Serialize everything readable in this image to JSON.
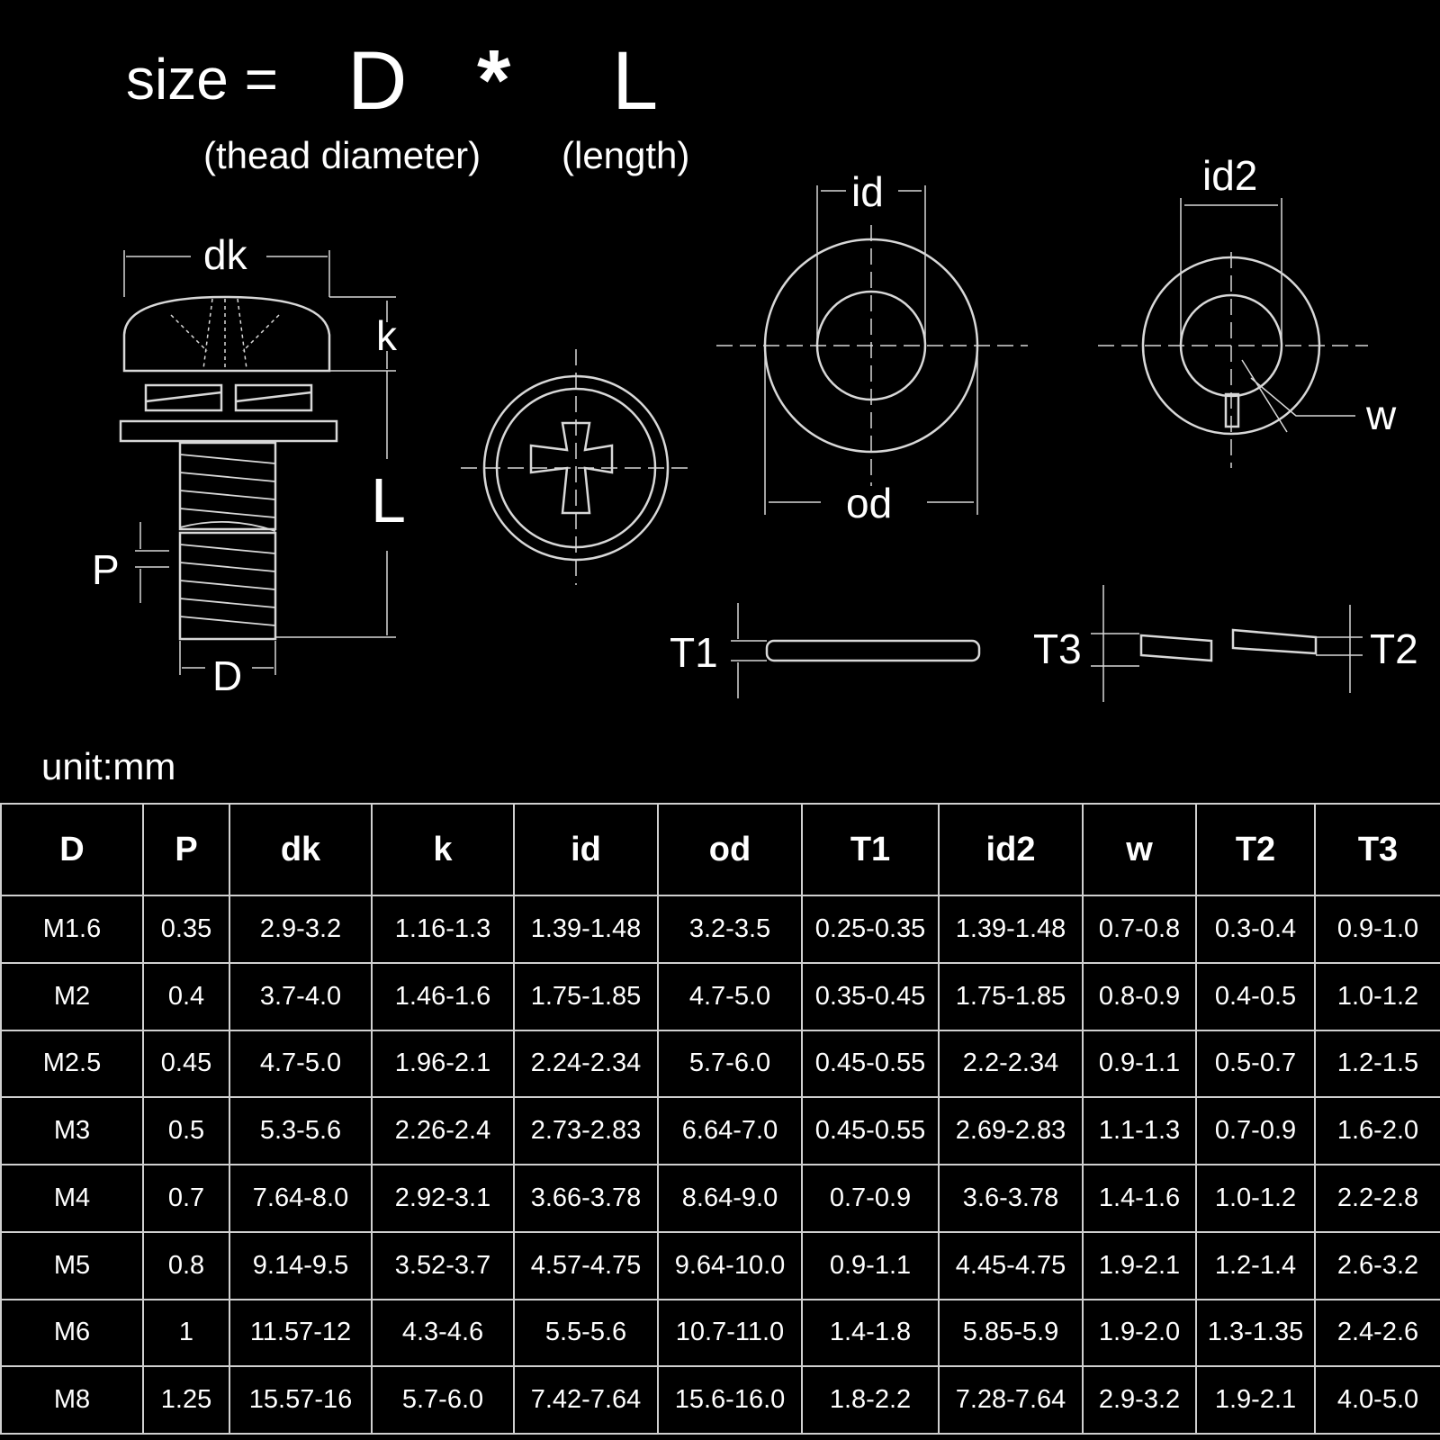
{
  "title": {
    "prefix": "size =",
    "d": "D",
    "op": "*",
    "l": "L"
  },
  "captions": {
    "diameter": "(thead diameter)",
    "length": "(length)"
  },
  "labels": {
    "dk": "dk",
    "k": "k",
    "L": "L",
    "P": "P",
    "D": "D",
    "id": "id",
    "od": "od",
    "id2": "id2",
    "w": "w",
    "T1": "T1",
    "T2": "T2",
    "T3": "T3"
  },
  "unit": "unit:mm",
  "table": {
    "headers": [
      "D",
      "P",
      "dk",
      "k",
      "id",
      "od",
      "T1",
      "id2",
      "w",
      "T2",
      "T3"
    ],
    "rows": [
      [
        "M1.6",
        "0.35",
        "2.9-3.2",
        "1.16-1.3",
        "1.39-1.48",
        "3.2-3.5",
        "0.25-0.35",
        "1.39-1.48",
        "0.7-0.8",
        "0.3-0.4",
        "0.9-1.0"
      ],
      [
        "M2",
        "0.4",
        "3.7-4.0",
        "1.46-1.6",
        "1.75-1.85",
        "4.7-5.0",
        "0.35-0.45",
        "1.75-1.85",
        "0.8-0.9",
        "0.4-0.5",
        "1.0-1.2"
      ],
      [
        "M2.5",
        "0.45",
        "4.7-5.0",
        "1.96-2.1",
        "2.24-2.34",
        "5.7-6.0",
        "0.45-0.55",
        "2.2-2.34",
        "0.9-1.1",
        "0.5-0.7",
        "1.2-1.5"
      ],
      [
        "M3",
        "0.5",
        "5.3-5.6",
        "2.26-2.4",
        "2.73-2.83",
        "6.64-7.0",
        "0.45-0.55",
        "2.69-2.83",
        "1.1-1.3",
        "0.7-0.9",
        "1.6-2.0"
      ],
      [
        "M4",
        "0.7",
        "7.64-8.0",
        "2.92-3.1",
        "3.66-3.78",
        "8.64-9.0",
        "0.7-0.9",
        "3.6-3.78",
        "1.4-1.6",
        "1.0-1.2",
        "2.2-2.8"
      ],
      [
        "M5",
        "0.8",
        "9.14-9.5",
        "3.52-3.7",
        "4.57-4.75",
        "9.64-10.0",
        "0.9-1.1",
        "4.45-4.75",
        "1.9-2.1",
        "1.2-1.4",
        "2.6-3.2"
      ],
      [
        "M6",
        "1",
        "11.57-12",
        "4.3-4.6",
        "5.5-5.6",
        "10.7-11.0",
        "1.4-1.8",
        "5.85-5.9",
        "1.9-2.0",
        "1.3-1.35",
        "2.4-2.6"
      ],
      [
        "M8",
        "1.25",
        "15.57-16",
        "5.7-6.0",
        "7.42-7.64",
        "15.6-16.0",
        "1.8-2.2",
        "7.28-7.64",
        "2.9-3.2",
        "1.9-2.1",
        "4.0-5.0"
      ]
    ]
  }
}
